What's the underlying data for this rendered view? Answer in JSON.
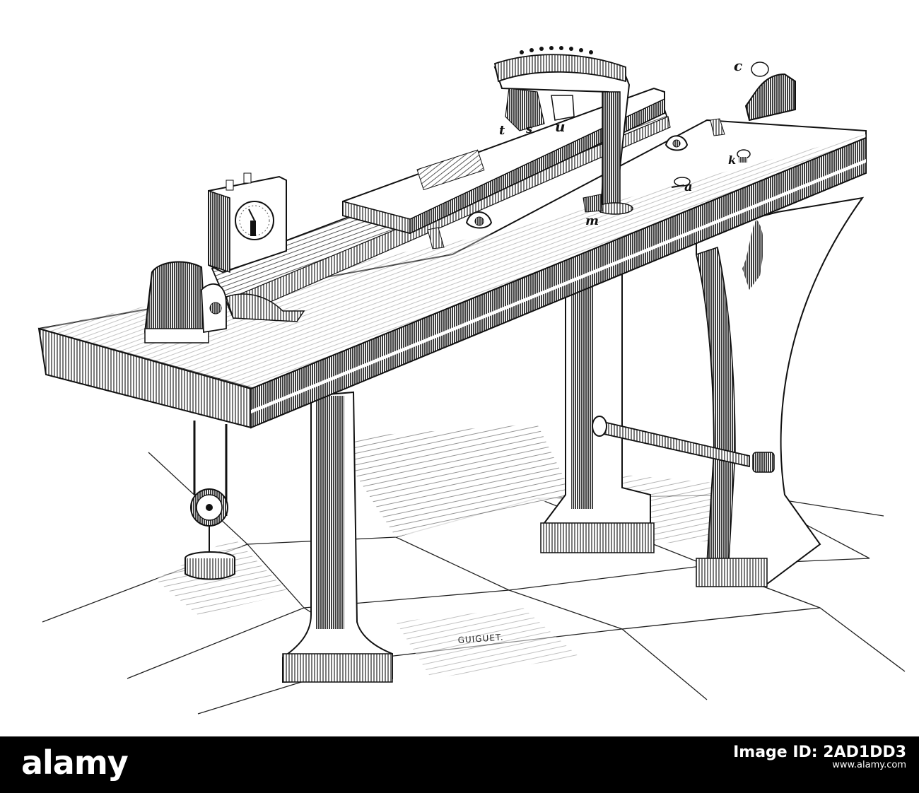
{
  "figure": {
    "labels": {
      "c": "c",
      "t": "t",
      "s": "s",
      "u": "u",
      "m": "m",
      "a": "a",
      "k": "k"
    },
    "signature": "GUIGUET."
  },
  "watermark": {
    "logo": "alamy",
    "caption": "www.alamy.com",
    "image_id": "Image ID: 2AD1DD3",
    "color_bar": "#000000"
  }
}
